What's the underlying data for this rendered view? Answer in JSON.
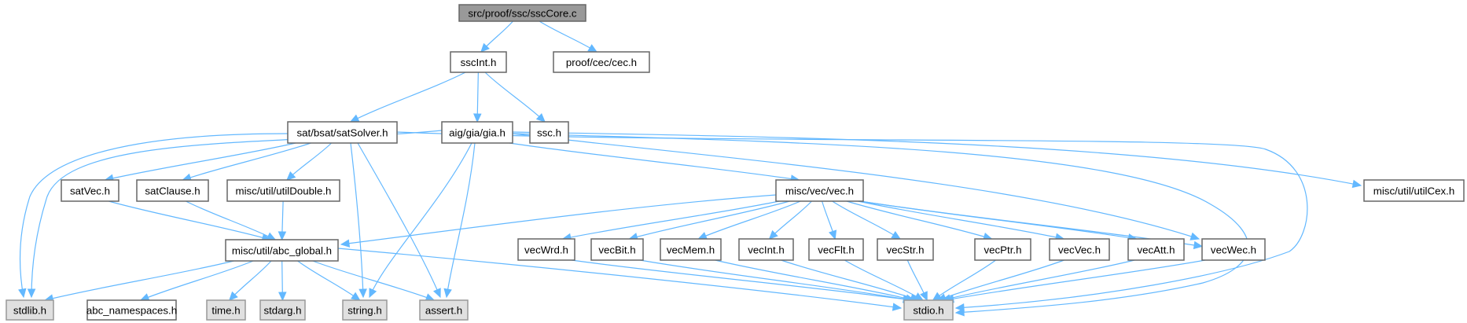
{
  "title": "Include dependency graph for src/proof/ssc/sscCore.c",
  "colors": {
    "edge": "#63b8ff",
    "root_fill": "#999999",
    "normal_fill": "#ffffff",
    "system_fill": "#e0e0e0",
    "border": "#666666"
  },
  "nodes": [
    {
      "id": "sscCore",
      "label": "src/proof/ssc/sscCore.c",
      "kind": "root"
    },
    {
      "id": "sscInt",
      "label": "sscInt.h",
      "kind": "normal"
    },
    {
      "id": "cec",
      "label": "proof/cec/cec.h",
      "kind": "normal"
    },
    {
      "id": "satSolver",
      "label": "sat/bsat/satSolver.h",
      "kind": "normal"
    },
    {
      "id": "gia",
      "label": "aig/gia/gia.h",
      "kind": "normal"
    },
    {
      "id": "ssc",
      "label": "ssc.h",
      "kind": "normal"
    },
    {
      "id": "satVec",
      "label": "satVec.h",
      "kind": "normal"
    },
    {
      "id": "satClause",
      "label": "satClause.h",
      "kind": "normal"
    },
    {
      "id": "utilDouble",
      "label": "misc/util/utilDouble.h",
      "kind": "normal"
    },
    {
      "id": "vec",
      "label": "misc/vec/vec.h",
      "kind": "normal"
    },
    {
      "id": "utilCex",
      "label": "misc/util/utilCex.h",
      "kind": "normal"
    },
    {
      "id": "abc_global",
      "label": "misc/util/abc_global.h",
      "kind": "normal"
    },
    {
      "id": "vecWrd",
      "label": "vecWrd.h",
      "kind": "normal"
    },
    {
      "id": "vecBit",
      "label": "vecBit.h",
      "kind": "normal"
    },
    {
      "id": "vecMem",
      "label": "vecMem.h",
      "kind": "normal"
    },
    {
      "id": "vecInt",
      "label": "vecInt.h",
      "kind": "normal"
    },
    {
      "id": "vecFlt",
      "label": "vecFlt.h",
      "kind": "normal"
    },
    {
      "id": "vecStr",
      "label": "vecStr.h",
      "kind": "normal"
    },
    {
      "id": "vecPtr",
      "label": "vecPtr.h",
      "kind": "normal"
    },
    {
      "id": "vecVec",
      "label": "vecVec.h",
      "kind": "normal"
    },
    {
      "id": "vecAtt",
      "label": "vecAtt.h",
      "kind": "normal"
    },
    {
      "id": "vecWec",
      "label": "vecWec.h",
      "kind": "normal"
    },
    {
      "id": "stdlib",
      "label": "stdlib.h",
      "kind": "system"
    },
    {
      "id": "abc_namespaces",
      "label": "abc_namespaces.h",
      "kind": "normal"
    },
    {
      "id": "time",
      "label": "time.h",
      "kind": "system"
    },
    {
      "id": "stdarg",
      "label": "stdarg.h",
      "kind": "system"
    },
    {
      "id": "string",
      "label": "string.h",
      "kind": "system"
    },
    {
      "id": "assert",
      "label": "assert.h",
      "kind": "system"
    },
    {
      "id": "stdio",
      "label": "stdio.h",
      "kind": "system"
    }
  ],
  "edges": [
    [
      "sscCore",
      "sscInt"
    ],
    [
      "sscCore",
      "cec"
    ],
    [
      "sscInt",
      "satSolver"
    ],
    [
      "sscInt",
      "gia"
    ],
    [
      "sscInt",
      "ssc"
    ],
    [
      "satSolver",
      "stdlib"
    ],
    [
      "satSolver",
      "satVec"
    ],
    [
      "satSolver",
      "satClause"
    ],
    [
      "satSolver",
      "utilDouble"
    ],
    [
      "satSolver",
      "string"
    ],
    [
      "satSolver",
      "assert"
    ],
    [
      "satSolver",
      "stdio"
    ],
    [
      "gia",
      "stdlib"
    ],
    [
      "gia",
      "string"
    ],
    [
      "gia",
      "assert"
    ],
    [
      "gia",
      "vec"
    ],
    [
      "gia",
      "vecWec"
    ],
    [
      "gia",
      "utilCex"
    ],
    [
      "gia",
      "stdio"
    ],
    [
      "satVec",
      "abc_global"
    ],
    [
      "satClause",
      "abc_global"
    ],
    [
      "utilDouble",
      "abc_global"
    ],
    [
      "vec",
      "abc_global"
    ],
    [
      "vec",
      "vecWrd"
    ],
    [
      "vec",
      "vecBit"
    ],
    [
      "vec",
      "vecMem"
    ],
    [
      "vec",
      "vecInt"
    ],
    [
      "vec",
      "vecFlt"
    ],
    [
      "vec",
      "vecStr"
    ],
    [
      "vec",
      "vecPtr"
    ],
    [
      "vec",
      "vecVec"
    ],
    [
      "vec",
      "vecAtt"
    ],
    [
      "vec",
      "vecWec"
    ],
    [
      "abc_global",
      "stdlib"
    ],
    [
      "abc_global",
      "abc_namespaces"
    ],
    [
      "abc_global",
      "time"
    ],
    [
      "abc_global",
      "stdarg"
    ],
    [
      "abc_global",
      "string"
    ],
    [
      "abc_global",
      "assert"
    ],
    [
      "abc_global",
      "stdio"
    ],
    [
      "vecWrd",
      "stdio"
    ],
    [
      "vecBit",
      "stdio"
    ],
    [
      "vecMem",
      "stdio"
    ],
    [
      "vecInt",
      "stdio"
    ],
    [
      "vecFlt",
      "stdio"
    ],
    [
      "vecStr",
      "stdio"
    ],
    [
      "vecPtr",
      "stdio"
    ],
    [
      "vecVec",
      "stdio"
    ],
    [
      "vecAtt",
      "stdio"
    ],
    [
      "vecWec",
      "stdio"
    ]
  ]
}
